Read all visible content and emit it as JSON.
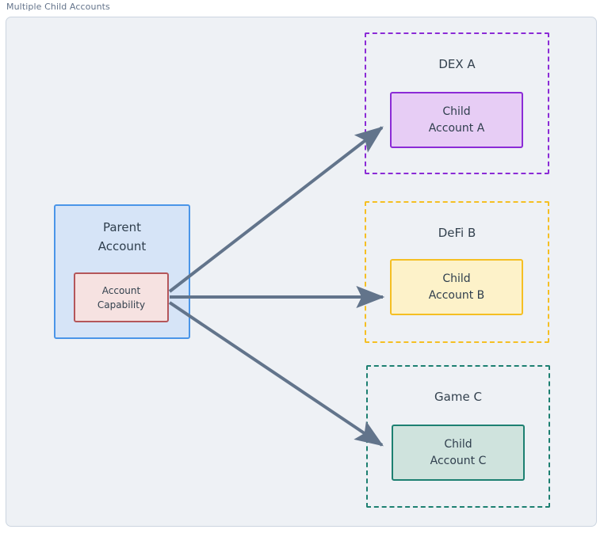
{
  "caption": "Multiple Child Accounts",
  "colors": {
    "canvas": "#eef1f5",
    "frame_border": "#ccd5e0",
    "caption_text": "#64748b",
    "node_text": "#2f3e4d",
    "arrow": "#62748b",
    "parent_fill": "#d6e4f7",
    "parent_border": "#4a95e8",
    "capability_fill": "#f6e2e1",
    "capability_border": "#b4565a",
    "dex_accent": "#8b2bd6",
    "dex_fill": "#e7cdf5",
    "defi_accent": "#f5bf23",
    "defi_fill": "#fdf2c9",
    "game_accent": "#1d8071",
    "game_fill": "#cfe3dd"
  },
  "parent": {
    "title_line1": "Parent",
    "title_line2": "Account",
    "capability_line1": "Account",
    "capability_line2": "Capability"
  },
  "groups": [
    {
      "id": "dex",
      "title": "DEX A",
      "child_line1": "Child",
      "child_line2": "Account A"
    },
    {
      "id": "defi",
      "title": "DeFi B",
      "child_line1": "Child",
      "child_line2": "Account B"
    },
    {
      "id": "game",
      "title": "Game C",
      "child_line1": "Child",
      "child_line2": "Account C"
    }
  ],
  "edges": [
    {
      "id": "edge-to-child-a",
      "from": "account-capability",
      "to": "child-account-a"
    },
    {
      "id": "edge-to-child-b",
      "from": "account-capability",
      "to": "child-account-b"
    },
    {
      "id": "edge-to-child-c",
      "from": "account-capability",
      "to": "child-account-c"
    }
  ]
}
